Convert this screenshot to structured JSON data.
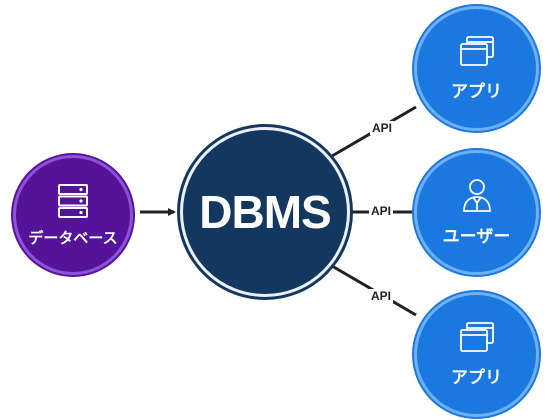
{
  "nodes": {
    "database": {
      "label": "データベース",
      "icon": "database-server-icon"
    },
    "dbms": {
      "label": "DBMS"
    },
    "app_top": {
      "label": "アプリ",
      "icon": "app-window-icon"
    },
    "user": {
      "label": "ユーザー",
      "icon": "user-icon"
    },
    "app_bottom": {
      "label": "アプリ",
      "icon": "app-window-icon"
    }
  },
  "connections": [
    {
      "from": "database",
      "to": "dbms",
      "label": ""
    },
    {
      "from": "dbms",
      "to": "app_top",
      "label": "API"
    },
    {
      "from": "dbms",
      "to": "user",
      "label": "API"
    },
    {
      "from": "dbms",
      "to": "app_bottom",
      "label": "API"
    }
  ],
  "colors": {
    "database": "#55139a",
    "dbms": "#14375f",
    "client": "#1a78e0",
    "connector": "#222222"
  }
}
